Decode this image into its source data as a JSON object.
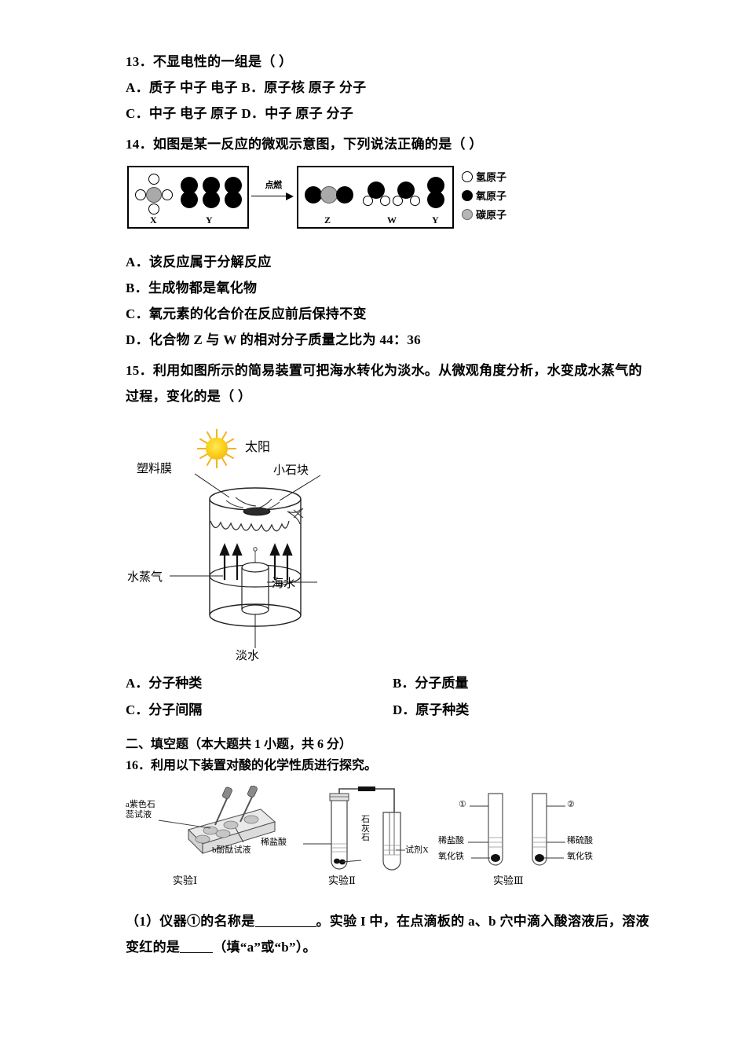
{
  "document": {
    "type": "chemistry-exam-page"
  },
  "q13": {
    "stem": "13．不显电性的一组是（      ）",
    "option_row1": "A．质子 中子 电子   B．原子核 原子 分子",
    "option_row2": "C．中子 电子 原子   D．中子 原子 分子"
  },
  "q14": {
    "stem": "14．如图是某一反应的微观示意图，下列说法正确的是（      ）",
    "figure": {
      "condition_label": "点燃",
      "left_box": {
        "molecules": [
          {
            "label": "X",
            "formula": "CH4",
            "atoms": [
              "carbon",
              "hydrogen",
              "hydrogen",
              "hydrogen",
              "hydrogen"
            ]
          },
          {
            "label": "Y",
            "formula": "O2",
            "count": 3
          }
        ]
      },
      "right_box": {
        "molecules": [
          {
            "label": "Z",
            "formula": "CO2",
            "count": 1
          },
          {
            "label": "W",
            "formula": "H2O",
            "count": 2
          },
          {
            "label": "Y",
            "formula": "O2",
            "count": 1
          }
        ]
      },
      "legend": [
        {
          "icon": "hollow-circle",
          "label": "氢原子",
          "color": "#ffffff"
        },
        {
          "icon": "black-circle",
          "label": "氧原子",
          "color": "#000000"
        },
        {
          "icon": "gray-circle",
          "label": "碳原子",
          "color": "#b5b5b5"
        }
      ]
    },
    "options": [
      "A．该反应属于分解反应",
      "B．生成物都是氧化物",
      "C．氧元素的化合价在反应前后保持不变",
      "D．化合物 Z 与 W 的相对分子质量之比为 44：36"
    ]
  },
  "q15": {
    "stem_line1": "15．利用如图所示的简易装置可把海水转化为淡水。从微观角度分析，水变成水蒸气的",
    "stem_line2": "过程，变化的是（      ）",
    "figure": {
      "labels": {
        "sun": "太阳",
        "plastic_film": "塑料膜",
        "small_stone": "小石块",
        "water_vapor": "水蒸气",
        "seawater": "海水",
        "fresh_water": "淡水"
      },
      "sun_color": "#fcd21a"
    },
    "options": {
      "a": "A．分子种类",
      "b": "B．分子质量",
      "c": "C．分子间隔",
      "d": "D．原子种类"
    }
  },
  "section2": {
    "heading": "二、填空题（本大题共 1 小题，共 6 分）",
    "q16_stem": "16．利用以下装置对酸的化学性质进行探究。",
    "figure": {
      "exp1": {
        "caption": "实验Ⅰ",
        "label_a_line1": "a紫色石",
        "label_a_line2": "蕊试液",
        "label_b": "b酚酞试液"
      },
      "exp2": {
        "caption": "实验Ⅱ",
        "label_acid": "稀盐酸",
        "label_solid_ch1": "石",
        "label_solid_ch2": "灰",
        "label_solid_ch3": "石",
        "label_reagent": "试剂X"
      },
      "exp3": {
        "caption": "实验Ⅲ",
        "marker1": "①",
        "marker2": "②",
        "left_acid": "稀盐酸",
        "left_solid": "氧化铁",
        "right_acid": "稀硫酸",
        "right_solid": "氧化铁"
      }
    },
    "q16_sub1_line1_a": "（1）仪器①的名称是",
    "q16_sub1_line1_b": "。实验 I 中，在点滴板的 a、b 穴中滴入酸溶液后，溶液",
    "q16_sub1_line2_a": "变红的是",
    "q16_sub1_line2_b": "（填“a”或“b”）。"
  }
}
